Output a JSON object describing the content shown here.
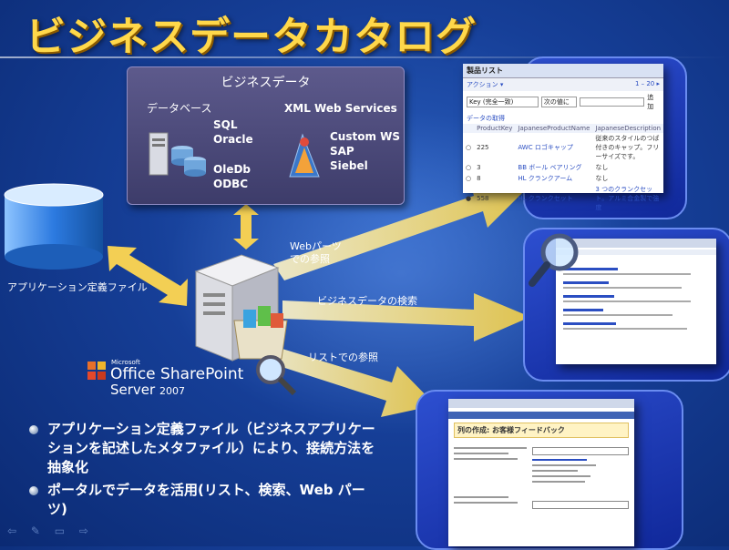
{
  "title": "ビジネスデータカタログ",
  "business_data": {
    "title": "ビジネスデータ",
    "database_label": "データベース",
    "db_items_top": [
      "SQL",
      "Oracle"
    ],
    "db_items_bottom": [
      "OleDb",
      "ODBC"
    ],
    "webservices_label": "XML Web Services",
    "ws_items": [
      "Custom WS",
      "SAP",
      "Siebel"
    ]
  },
  "app_def_file": "アプリケーション定義ファイル",
  "arrows": {
    "webparts": [
      "Webパーツ",
      "での参照"
    ],
    "search": "ビジネスデータの検索",
    "list": "リストでの参照"
  },
  "sharepoint_logo": {
    "microsoft": "Microsoft",
    "line1": "Office SharePoint",
    "line2": "Server",
    "year": "2007"
  },
  "product_list": {
    "title": "製品リスト",
    "action_label": "アクション ▾",
    "paging": "1 – 20 ▸",
    "filter_field": "Key (完全一致)",
    "filter_op": "次の値に",
    "add_label": "追加",
    "retrieve": "データの取得",
    "columns": [
      "ProductKey",
      "JapaneseProductName",
      "JapaneseDescription"
    ],
    "rows": [
      {
        "key": "225",
        "name": "AWC ロゴキャップ",
        "desc": "従来のスタイルのつば付きのキャップ。フリーサイズです。"
      },
      {
        "key": "3",
        "name": "BB ボール ベアリング",
        "desc": "なし"
      },
      {
        "key": "8",
        "name": "HL クランクアーム",
        "desc": "なし"
      },
      {
        "key": "558",
        "name": "HL クランクセット",
        "desc": "3 つのクランクセット。アルミ合金製で強度"
      }
    ]
  },
  "form_shot": {
    "heading": "列の作成: お客様フィードバック"
  },
  "bullets": [
    "アプリケーション定義ファイル（ビジネスアプリケーションを記述したメタファイル）により、接続方法を抽象化",
    "ポータルでデータを活用(リスト、検索、Web パーツ)"
  ],
  "nav": "⇦ ✎ ▭ ⇨"
}
